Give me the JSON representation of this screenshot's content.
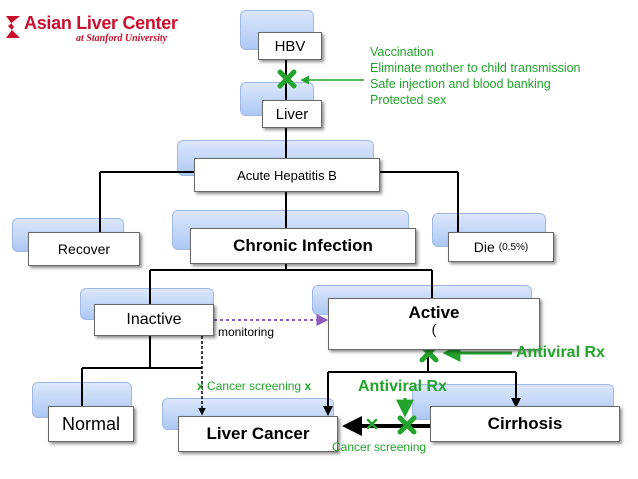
{
  "logo": {
    "title": "Asian Liver Center",
    "subtitle": "at Stanford University",
    "color": "#c8102e"
  },
  "nodes": {
    "hbv": "HBV",
    "liver": "Liver",
    "acute": "Acute Hepatitis B",
    "recover": "Recover",
    "chronic": "Chronic Infection",
    "die": "Die",
    "die_pct": "(0.5%)",
    "inactive": "Inactive",
    "active": "Active",
    "active_sub": "(",
    "normal": "Normal",
    "liver_cancer": "Liver Cancer",
    "cirrhosis": "Cirrhosis"
  },
  "annotations": {
    "prevention": [
      "Vaccination",
      "Eliminate mother to child transmission",
      "Safe injection and blood banking",
      "Protected sex"
    ],
    "monitoring": "monitoring",
    "antiviral_active": "Antiviral Rx",
    "antiviral_cirrhosis": "Antiviral Rx",
    "cancer_screening_inactive": "Cancer screening",
    "cancer_screening_cirrhosis": "Cancer screening"
  },
  "colors": {
    "annotation": "#22a32b",
    "box_shadow_blue": "#aec8f3",
    "monitor_arrow": "#8a5bb8"
  },
  "icons": [
    "hbv-x-mark-icon",
    "active-x-mark-icon",
    "cirrhosis-x-mark-icon"
  ]
}
